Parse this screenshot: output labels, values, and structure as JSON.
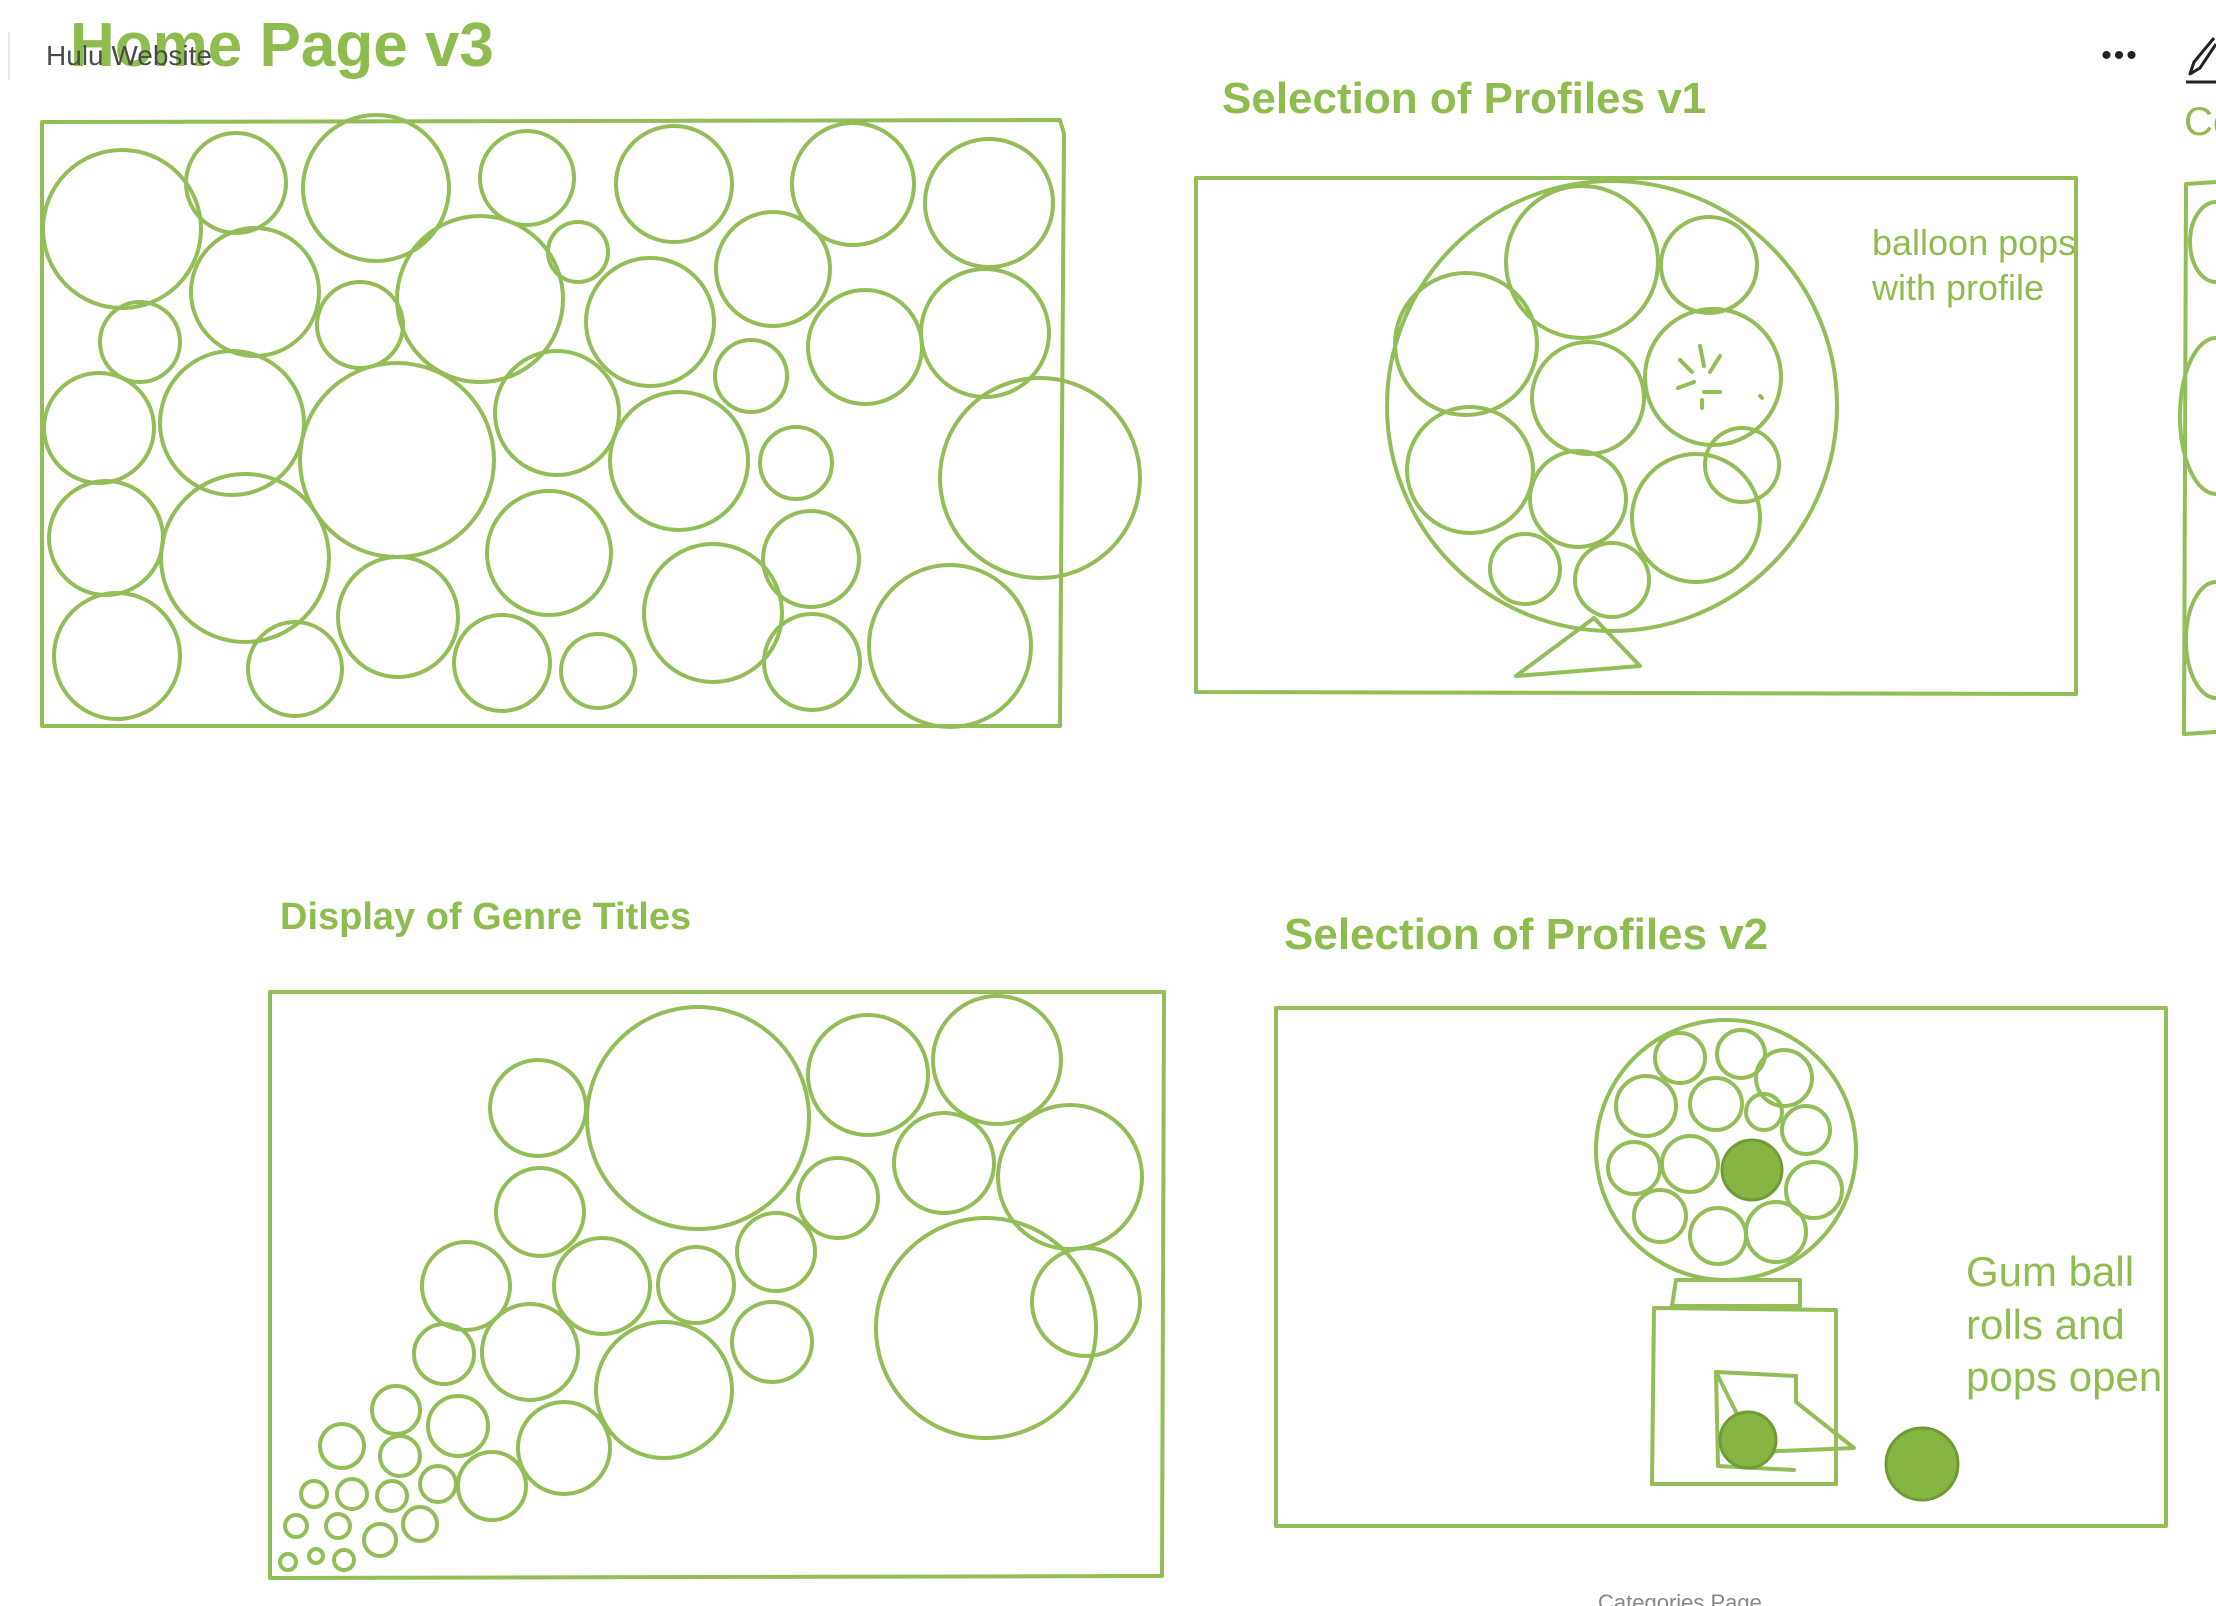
{
  "header": {
    "doc_title": "Hulu Website",
    "more_label": "•••"
  },
  "frames": {
    "home": {
      "title": "Home Page v3"
    },
    "profiles_v1": {
      "title": "Selection of Profiles v1",
      "note": "balloon pops with profile"
    },
    "genre": {
      "title": "Display of Genre Titles"
    },
    "profiles_v2": {
      "title": "Selection of Profiles v2",
      "note": "Gum ball rolls and pops open"
    },
    "next_cut": {
      "title": "Co"
    }
  },
  "footer": {
    "caption": "Categories Page"
  },
  "colors": {
    "sketch_green": "#93bd57",
    "gumball_fill": "#86b543",
    "title_text": "#4a4a4a"
  },
  "icons": {
    "more": "more-horizontal-icon",
    "pen": "pen-icon"
  }
}
